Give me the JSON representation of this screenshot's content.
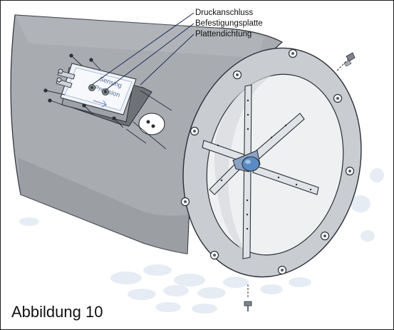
{
  "labels": {
    "pressure_connection": "Druckanschluss",
    "mounting_plate": "Befestigungsplatte",
    "plate_gasket": "Plattendichtung"
  },
  "caption": "Abbildung 10",
  "device_label": {
    "line1": "Sensing",
    "line2": "Precision"
  },
  "colors": {
    "duct_fill": "#a8acb1",
    "duct_shadow": "#8f9397",
    "flange_fill": "#c9ccd0",
    "duct_interior": "#eef0f2",
    "bolt_hole": "#ffffff",
    "hub_accent": "#5b8bc4",
    "line_color": "#1e2a5a",
    "background_bubbles": "#e4eaf3"
  },
  "icons": [
    "bolt-icon",
    "screw-icon",
    "sensor-device-icon"
  ]
}
